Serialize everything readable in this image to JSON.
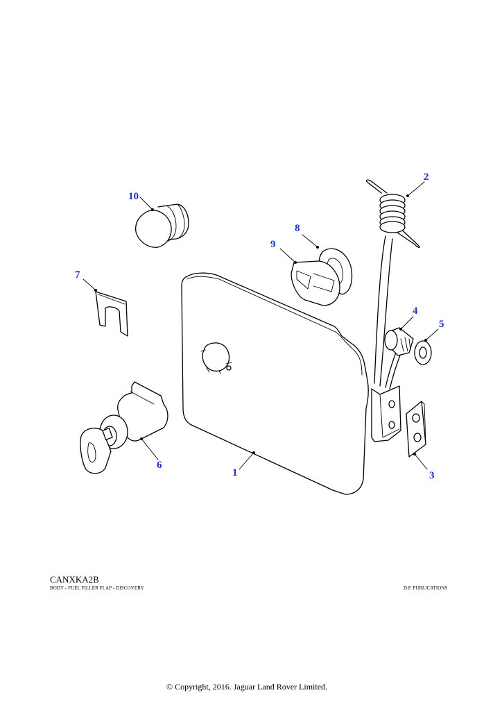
{
  "diagram_code": "CANXKA2B",
  "description": "BODY - FUEL FILLER FLAP - DISCOVERY",
  "publisher": "D.P. PUBLICATIONS",
  "copyright": "© Copyright, 2016. Jaguar Land Rover Limited.",
  "callout_color": "#1a2fd6",
  "callouts": [
    {
      "id": "1",
      "label": "1"
    },
    {
      "id": "2",
      "label": "2"
    },
    {
      "id": "3",
      "label": "3"
    },
    {
      "id": "4",
      "label": "4"
    },
    {
      "id": "5",
      "label": "5"
    },
    {
      "id": "6",
      "label": "6"
    },
    {
      "id": "7",
      "label": "7"
    },
    {
      "id": "8",
      "label": "8"
    },
    {
      "id": "9",
      "label": "9"
    },
    {
      "id": "10",
      "label": "10"
    }
  ]
}
